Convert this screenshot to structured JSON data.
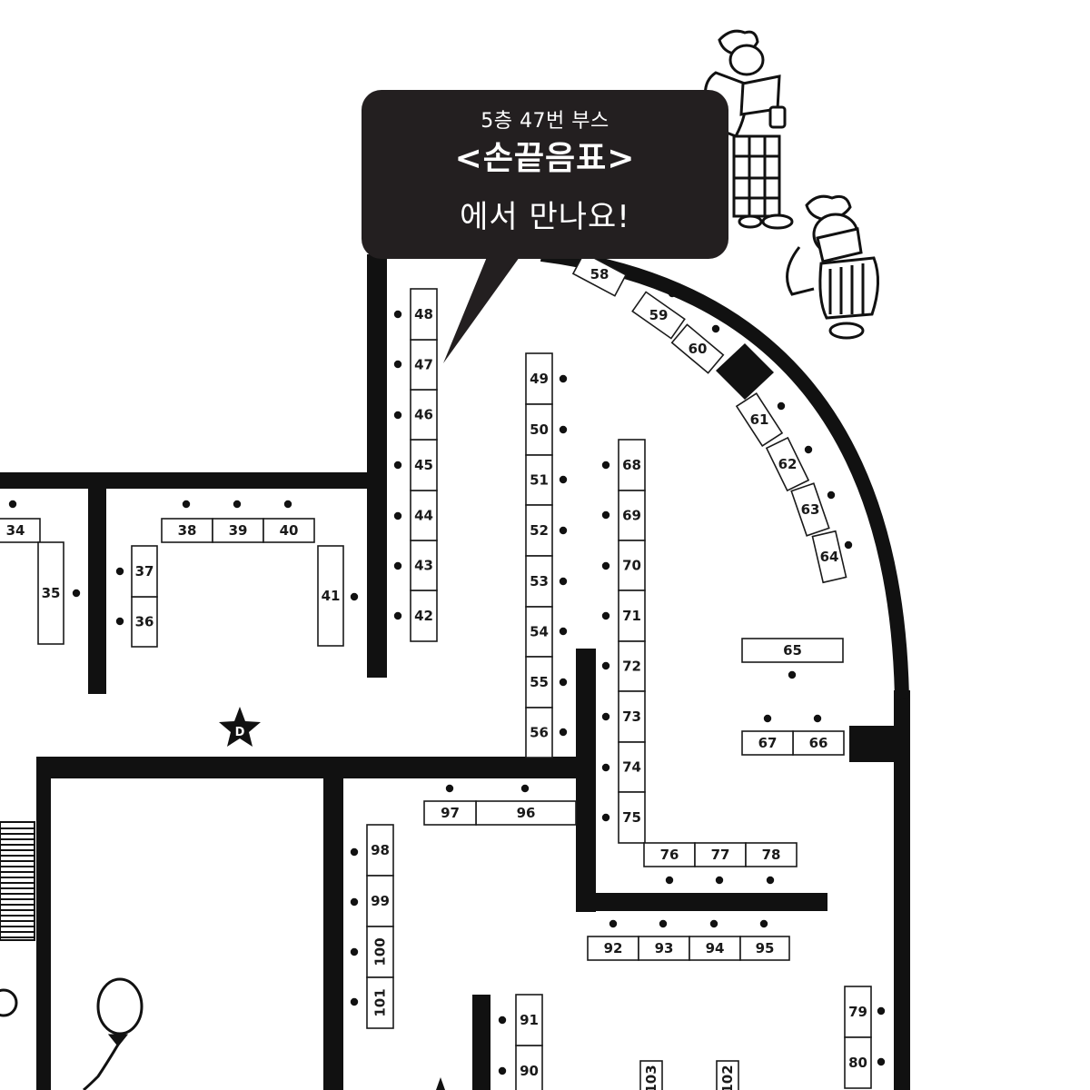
{
  "callout": {
    "line1": "5층 47번 부스",
    "line2": "<손끝음표>",
    "line3": "에서 만나요!"
  },
  "marker": {
    "label": "D"
  },
  "booths": [
    "34",
    "35",
    "36",
    "37",
    "38",
    "39",
    "40",
    "41",
    "42",
    "43",
    "44",
    "45",
    "46",
    "47",
    "48",
    "49",
    "50",
    "51",
    "52",
    "53",
    "54",
    "55",
    "56",
    "58",
    "59",
    "60",
    "61",
    "62",
    "63",
    "64",
    "65",
    "66",
    "67",
    "68",
    "69",
    "70",
    "71",
    "72",
    "73",
    "74",
    "75",
    "76",
    "77",
    "78",
    "79",
    "80",
    "90",
    "91",
    "92",
    "93",
    "94",
    "95",
    "96",
    "97",
    "98",
    "99",
    "100",
    "101",
    "102",
    "103"
  ],
  "colors": {
    "ink": "#111111",
    "bubble": "#231f20",
    "background": "#ffffff"
  },
  "decorations": [
    "cartoon-person-reading-icon",
    "cartoon-person-sitting-icon",
    "balloon-icon",
    "staircase-icon"
  ]
}
